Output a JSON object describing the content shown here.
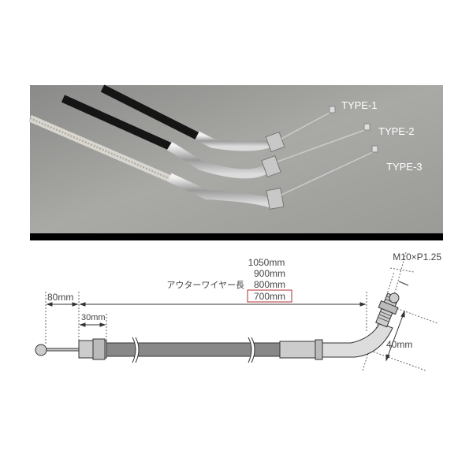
{
  "photo": {
    "labels": [
      "TYPE-1",
      "TYPE-2",
      "TYPE-3"
    ]
  },
  "diagram": {
    "dim_end_wire": "80mm",
    "dim_fitting": "30mm",
    "outer_wire_label": "アウターワイヤー長",
    "lengths": [
      "1050mm",
      "900mm",
      "800mm",
      "700mm"
    ],
    "highlighted_length": "700mm",
    "highlight_color": "#b03030",
    "thread_spec": "M10×P1.25",
    "dim_bend": "40mm"
  }
}
